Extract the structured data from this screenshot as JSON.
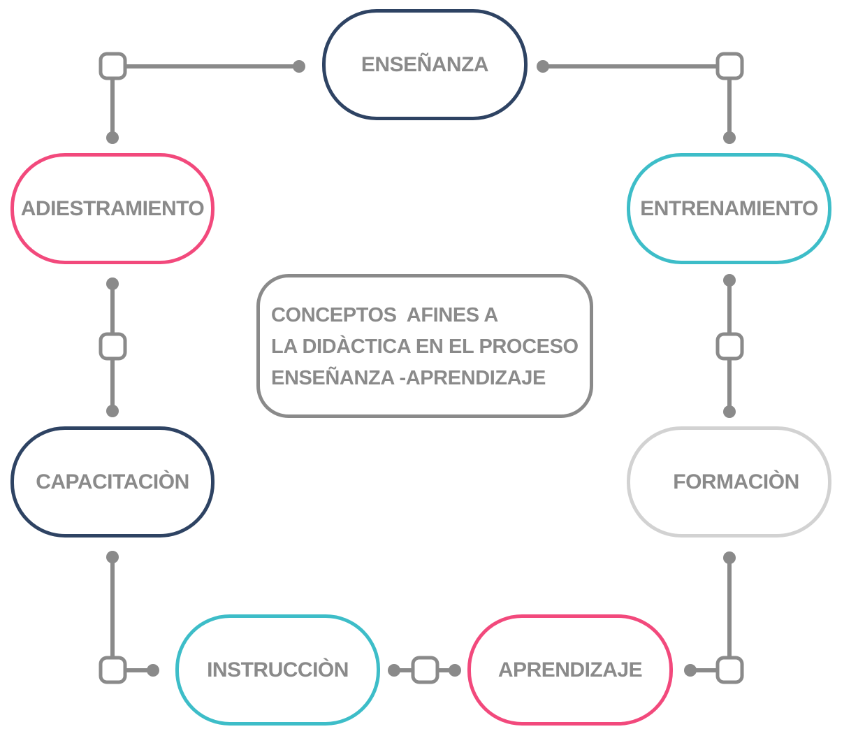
{
  "colors": {
    "navy": "#2e4363",
    "pink": "#f2497c",
    "teal": "#3dbdc8",
    "light_gray": "#d2d2d2",
    "connector_gray": "#8a8a8a",
    "text_gray": "#8a8a8a"
  },
  "center": {
    "lines": [
      "CONCEPTOS  AFINES A",
      "LA DIDÀCTICA EN EL PROCESO",
      "ENSEÑANZA -APRENDIZAJE"
    ]
  },
  "nodes": [
    {
      "id": "ensenanza",
      "label": "ENSEÑANZA",
      "color": "navy"
    },
    {
      "id": "entrenamiento",
      "label": "ENTRENAMIENTO",
      "color": "teal"
    },
    {
      "id": "formacion",
      "label": "FORMACIÒN",
      "color": "light_gray"
    },
    {
      "id": "aprendizaje",
      "label": "APRENDIZAJE",
      "color": "pink"
    },
    {
      "id": "instruccion",
      "label": "INSTRUCCIÒN",
      "color": "teal"
    },
    {
      "id": "capacitacion",
      "label": "CAPACITACIÒN",
      "color": "navy"
    },
    {
      "id": "adiestramiento",
      "label": "ADIESTRAMIENTO",
      "color": "pink"
    }
  ]
}
